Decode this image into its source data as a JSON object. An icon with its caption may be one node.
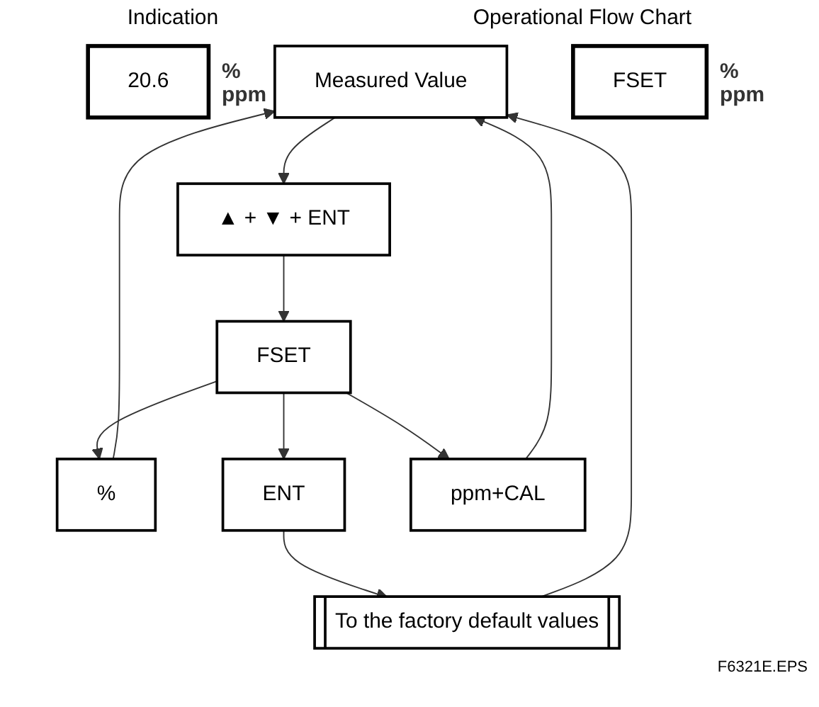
{
  "diagram": {
    "nodes": [
      {
        "text": [
          "20.6"
        ],
        "beside": [
          "%",
          "ppm"
        ]
      },
      {
        "text": [
          "Measured Value"
        ]
      },
      {
        "text": [
          "▲ + ▼ + ENT"
        ]
      },
      {
        "text": [
          "FSET"
        ],
        "beside": [
          "%",
          "ppm"
        ]
      },
      {
        "text": [
          "FSET"
        ]
      },
      {
        "text": [
          "%"
        ]
      },
      {
        "text": [
          "ENT"
        ]
      },
      {
        "text": [
          "ppm+CAL"
        ]
      },
      {
        "text": [
          "To the factory default values"
        ]
      }
    ],
    "edges": [
      {
        "from": 1,
        "to": 2,
        "arrow": "to"
      },
      {
        "from": 2,
        "to": 4,
        "arrow": "to"
      },
      {
        "from": 4,
        "to": 5,
        "arrow": "to"
      },
      {
        "from": 4,
        "to": 6,
        "arrow": "to"
      },
      {
        "from": 4,
        "to": 7,
        "arrow": "to"
      },
      {
        "from": 6,
        "to": 8,
        "arrow": "to"
      },
      {
        "from": 8,
        "to": 1,
        "arrow": "to"
      },
      {
        "from": 5,
        "to": 1,
        "arrow": "to"
      },
      {
        "from": 7,
        "to": 1,
        "arrow": "to"
      }
    ],
    "labels": [
      "Indication",
      "Operational Flow Chart",
      "F6321E.EPS"
    ]
  }
}
